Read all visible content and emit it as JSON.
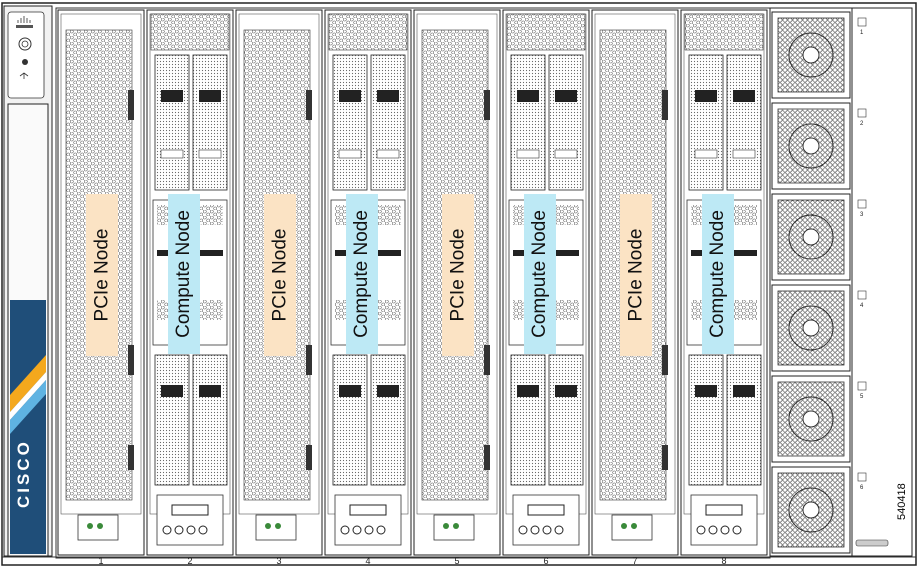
{
  "slots": [
    {
      "number": "1",
      "node_label": "PCIe Node",
      "type": "pcie"
    },
    {
      "number": "2",
      "node_label": "Compute Node",
      "type": "compute"
    },
    {
      "number": "3",
      "node_label": "PCIe Node",
      "type": "pcie"
    },
    {
      "number": "4",
      "node_label": "Compute Node",
      "type": "compute"
    },
    {
      "number": "5",
      "node_label": "PCIe Node",
      "type": "pcie"
    },
    {
      "number": "6",
      "node_label": "Compute Node",
      "type": "compute"
    },
    {
      "number": "7",
      "node_label": "PCIe Node",
      "type": "pcie"
    },
    {
      "number": "8",
      "node_label": "Compute Node",
      "type": "compute"
    }
  ],
  "fans": [
    "1",
    "2",
    "3",
    "4",
    "5",
    "6"
  ],
  "brand": {
    "logo_text": "CISCO"
  },
  "figure_id": "540418",
  "colors": {
    "pcie_highlight": "#fbe3c4",
    "compute_highlight": "#bde9f5",
    "bezel": "#1f4e79"
  }
}
